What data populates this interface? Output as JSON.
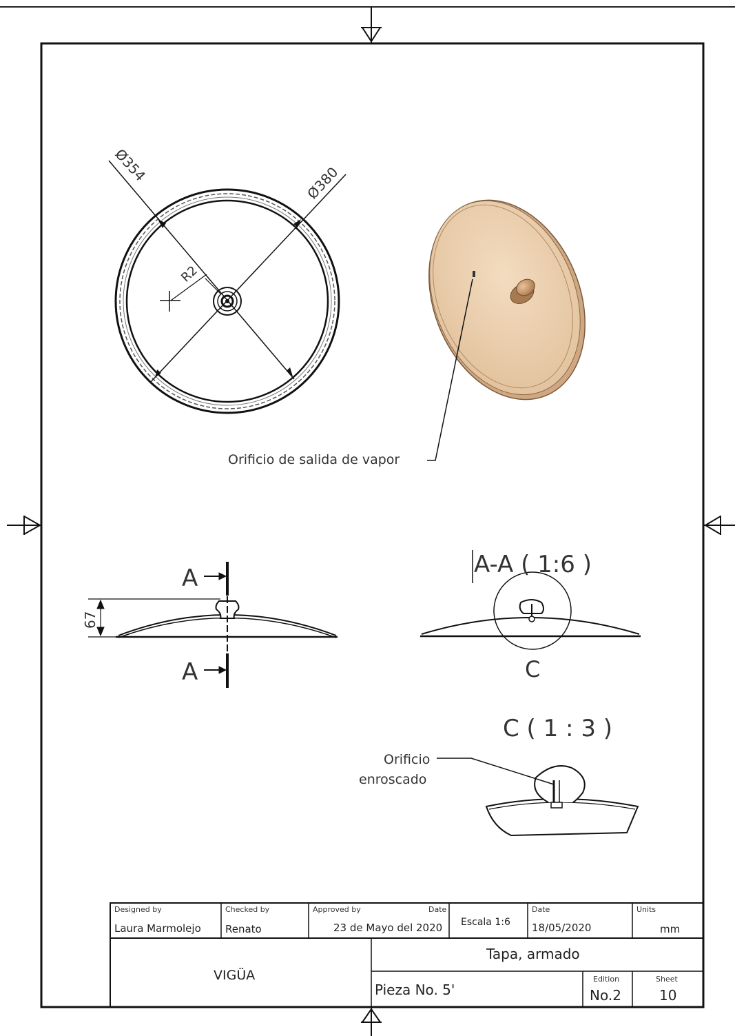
{
  "dimensions": {
    "d354": "Ø354",
    "d380": "Ø380",
    "r2": "R2",
    "h67": "67"
  },
  "annotations": {
    "vapor_hole": "Orificio de salida de vapor",
    "threaded_hole_line1": "Orificio",
    "threaded_hole_line2": "enroscado"
  },
  "views": {
    "section_marker_top": "A",
    "section_marker_bottom": "A",
    "section_title": "A-A ( 1:6 )",
    "detail_marker": "C",
    "detail_title": "C ( 1 : 3 )"
  },
  "title_block": {
    "designed_by_label": "Designed by",
    "designed_by": "Laura Marmolejo",
    "checked_by_label": "Checked by",
    "checked_by": "Renato",
    "approved_by_label": "Approved by",
    "date1_label": "Date",
    "date1": "23 de Mayo del 2020",
    "scale": "Escala 1:6",
    "date2_label": "Date",
    "date2": "18/05/2020",
    "units_label": "Units",
    "units": "mm",
    "company": "VIGÜA",
    "title": "Tapa, armado",
    "part_no": "Pieza No. 5'",
    "edition_label": "Edition",
    "edition": "No.2",
    "sheet_label": "Sheet",
    "sheet": "10"
  },
  "colors": {
    "lid_fill": "#e6c8a6",
    "line": "#111111"
  }
}
